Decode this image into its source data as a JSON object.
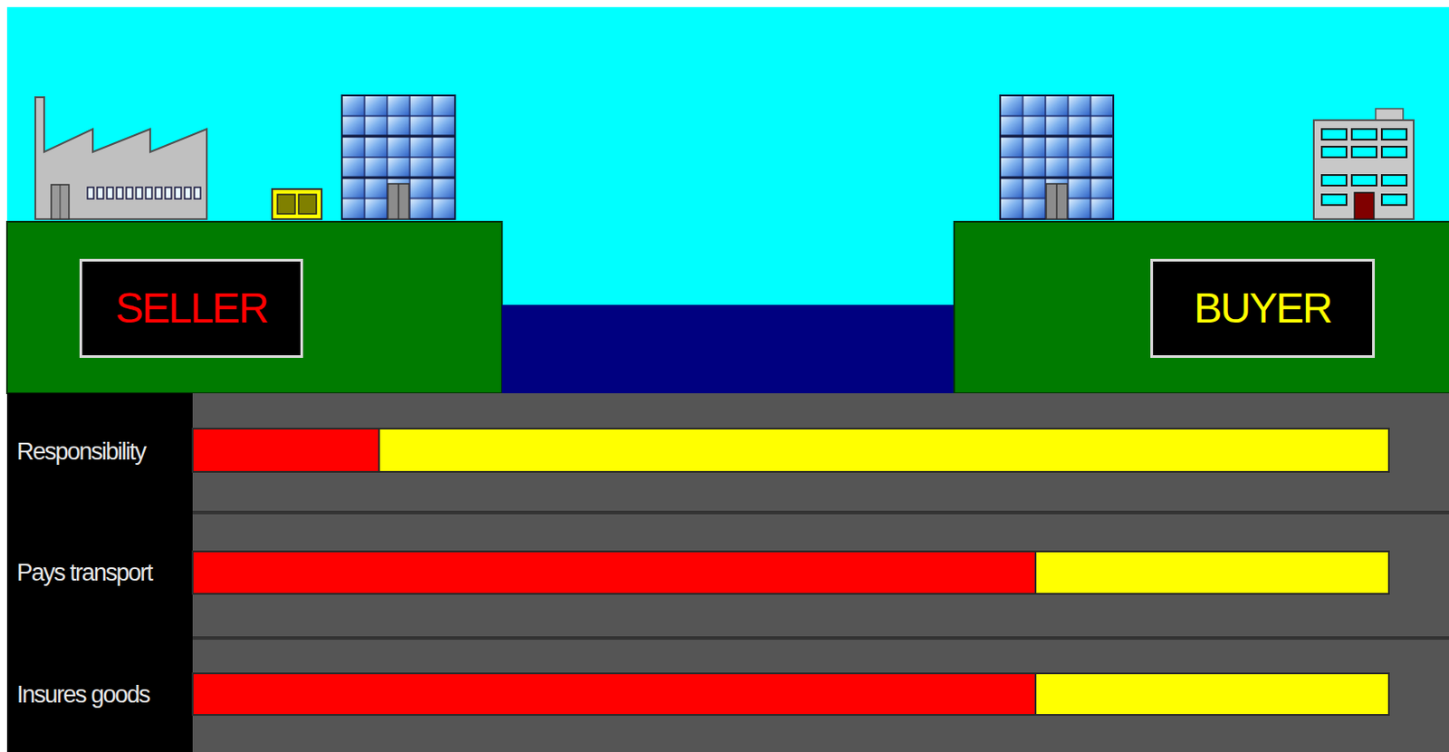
{
  "diagram": {
    "nodes": [
      {
        "text": [
          "SELLER"
        ]
      },
      {
        "text": [
          "BUYER"
        ]
      }
    ],
    "labels": [
      "Responsibility",
      "Pays transport",
      "Insures goods"
    ]
  }
}
